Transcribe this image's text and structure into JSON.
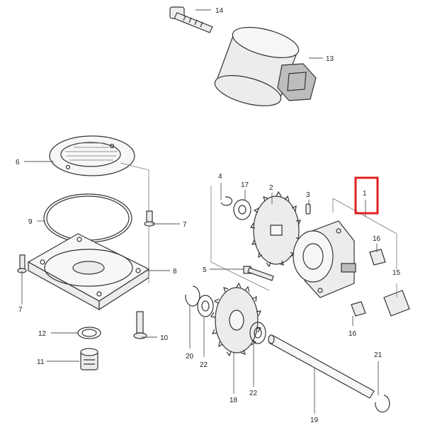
{
  "callouts": [
    {
      "id": "14",
      "label": "14"
    },
    {
      "id": "13",
      "label": "13"
    },
    {
      "id": "6",
      "label": "6"
    },
    {
      "id": "9",
      "label": "9"
    },
    {
      "id": "7a",
      "label": "7"
    },
    {
      "id": "7b",
      "label": "7"
    },
    {
      "id": "8",
      "label": "8"
    },
    {
      "id": "12",
      "label": "12"
    },
    {
      "id": "10",
      "label": "10"
    },
    {
      "id": "11",
      "label": "11"
    },
    {
      "id": "4",
      "label": "4"
    },
    {
      "id": "17",
      "label": "17"
    },
    {
      "id": "2",
      "label": "2"
    },
    {
      "id": "3",
      "label": "3"
    },
    {
      "id": "1",
      "label": "1"
    },
    {
      "id": "16a",
      "label": "16"
    },
    {
      "id": "15",
      "label": "15"
    },
    {
      "id": "16b",
      "label": "16"
    },
    {
      "id": "5",
      "label": "5"
    },
    {
      "id": "20",
      "label": "20"
    },
    {
      "id": "22a",
      "label": "22"
    },
    {
      "id": "18",
      "label": "18"
    },
    {
      "id": "22b",
      "label": "22"
    },
    {
      "id": "21",
      "label": "21"
    },
    {
      "id": "19",
      "label": "19"
    }
  ],
  "highlight": {
    "part": "1",
    "color": "#e02020"
  }
}
